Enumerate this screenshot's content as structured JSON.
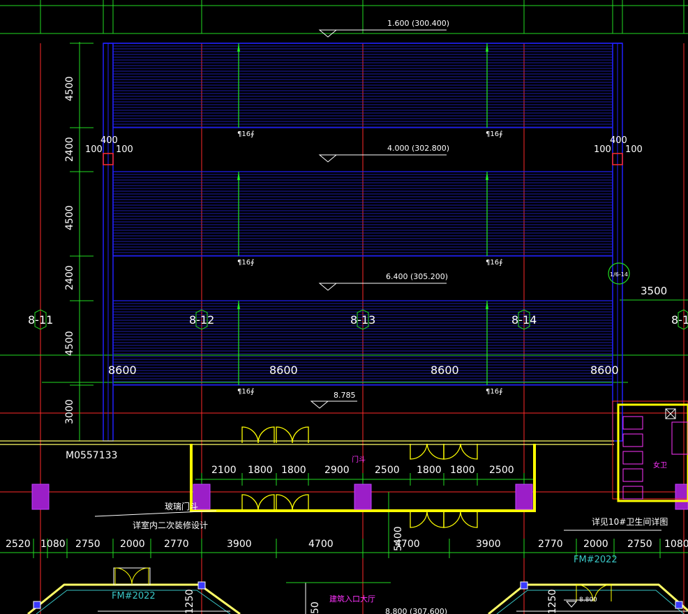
{
  "colors": {
    "background": "#000000",
    "grid_red": "#ff2a2a",
    "grid_green": "#22dd22",
    "blue_deck": "#2020ff",
    "yellow_wall": "#ffff00",
    "magenta_column": "#9b1ec8",
    "cyan": "#39c6c6",
    "white": "#ffffff"
  },
  "levels": [
    "1.600 (300.400)",
    "4.000 (302.800)",
    "6.400 (305.200)",
    "8.785"
  ],
  "vertical_dims": [
    "4500",
    "2400",
    "4500",
    "2400",
    "4500",
    "3000"
  ],
  "axes": [
    "8-11",
    "8-12",
    "8-13",
    "8-14",
    "8-1"
  ],
  "spans": [
    "8600",
    "8600",
    "8600",
    "8600"
  ],
  "gap_dims_left": [
    "100",
    "400",
    "100"
  ],
  "gap_dims_right": [
    "100",
    "400",
    "100"
  ],
  "rebar_label": "¶16∮",
  "detail_callout": "1/6-14",
  "dim_3500": "3500",
  "tag_m": "M0557133",
  "door_dims": [
    "2100",
    "1800",
    "1800",
    "2900",
    "2500",
    "1800",
    "1800",
    "2500"
  ],
  "door_tag": "门斗",
  "note_glass": "玻璃门斗",
  "note_interior": "详室内二次装修设计",
  "note_toilet": "详见10#卫生间详图",
  "toilet_tag": "女卫",
  "bottom_dims": [
    "2520",
    "1080",
    "2750",
    "2000",
    "2770",
    "3900",
    "4700",
    "4700",
    "3900",
    "2770",
    "2000",
    "2750",
    "1080"
  ],
  "dim_5400": "5400",
  "fm_tags": [
    "FM#2022",
    "FM#2022"
  ],
  "dim_1250": "1250",
  "dim_1250b": "1250",
  "dim_50": "50",
  "hall_label": "建筑入口大厅",
  "level_bottom": "8.800 (307.600)",
  "level_small": "8.800"
}
